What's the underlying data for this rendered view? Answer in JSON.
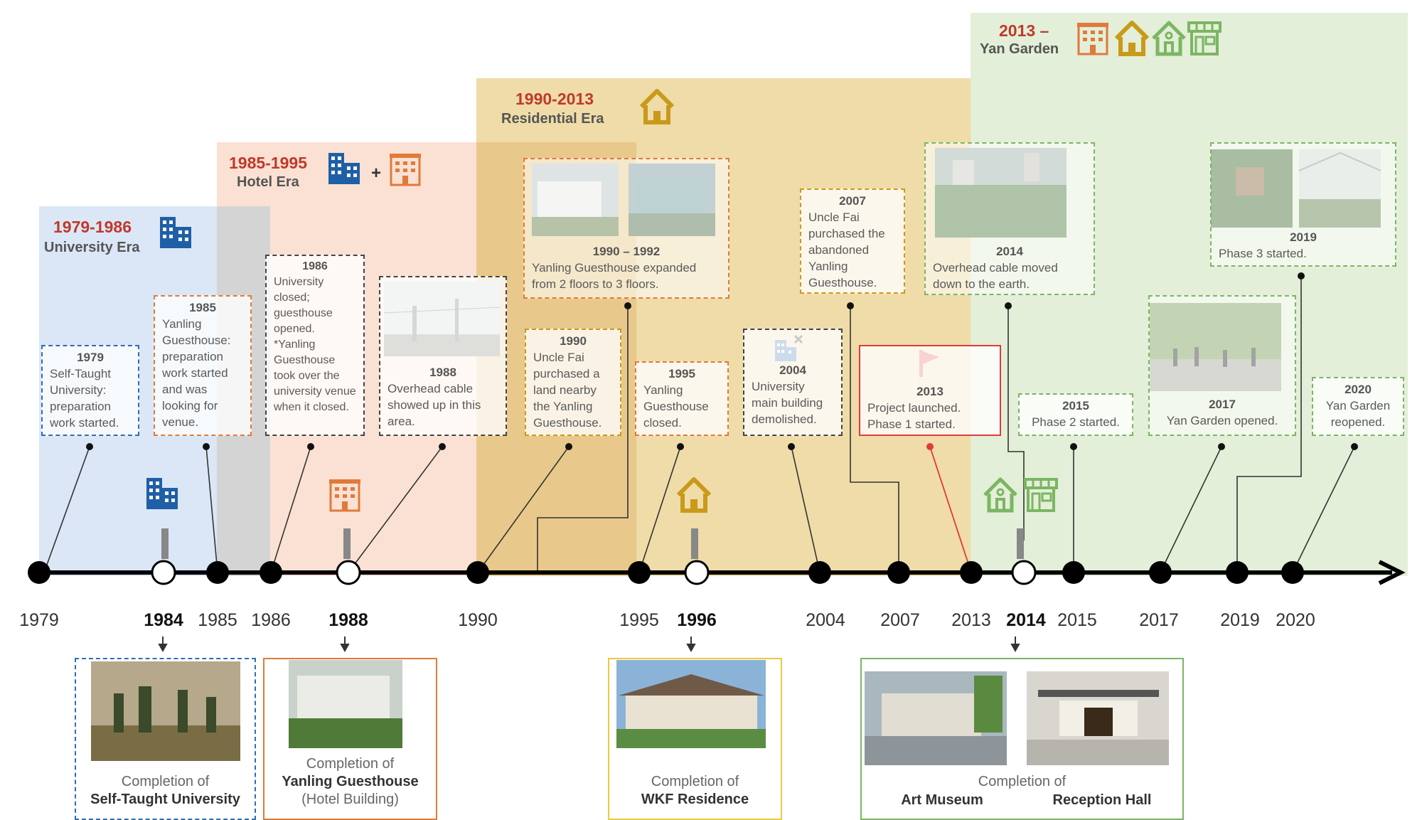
{
  "eras": [
    {
      "title": "1979-1986",
      "subtitle": "University Era",
      "color": "#c0392b"
    },
    {
      "title": "1985-1995",
      "subtitle": "Hotel Era",
      "plus": "+"
    },
    {
      "title": "1990-2013",
      "subtitle": "Residential Era"
    },
    {
      "title": "2013 –",
      "subtitle": "Yan Garden"
    }
  ],
  "events": {
    "e1979": {
      "year": "1979",
      "text": "Self-Taught University: preparation work started."
    },
    "e1985": {
      "year": "1985",
      "text": "Yanling Guesthouse: preparation work started and was looking for venue."
    },
    "e1986": {
      "year": "1986",
      "text": "University closed; guesthouse opened. *Yanling Guesthouse took over the university venue when it closed."
    },
    "e1988": {
      "year": "1988",
      "text": "Overhead cable showed up in this area."
    },
    "e1990a": {
      "year": "1990 – 1992",
      "text": "Yanling Guesthouse expanded from 2 floors to 3 floors."
    },
    "e1990b": {
      "year": "1990",
      "text": "Uncle Fai purchased a land nearby the Yanling Guesthouse."
    },
    "e1995": {
      "year": "1995",
      "text": "Yanling Guesthouse closed."
    },
    "e2004": {
      "year": "2004",
      "text": "University main building demolished."
    },
    "e2007": {
      "year": "2007",
      "text": "Uncle Fai purchased the abandoned Yanling Guesthouse."
    },
    "e2013": {
      "year": "2013",
      "text": "Project launched. Phase 1 started."
    },
    "e2014": {
      "year": "2014",
      "text": "Overhead cable moved down to the earth."
    },
    "e2015": {
      "year": "2015",
      "text": "Phase 2 started."
    },
    "e2017": {
      "year": "2017",
      "text": "Yan Garden opened."
    },
    "e2019": {
      "year": "2019",
      "text": "Phase 3 started."
    },
    "e2020": {
      "year": "2020",
      "text": "Yan Garden reopened."
    }
  },
  "ticks": [
    "1979",
    "1984",
    "1985",
    "1986",
    "1988",
    "1990",
    "1995",
    "1996",
    "2004",
    "2007",
    "2013",
    "2014",
    "2015",
    "2017",
    "2019",
    "2020"
  ],
  "bold_ticks": [
    "1984",
    "1988",
    "1996",
    "2014"
  ],
  "completions": {
    "c1984": {
      "pre": "Completion of",
      "name": "Self-Taught University"
    },
    "c1988": {
      "pre": "Completion of",
      "name": "Yanling Guesthouse",
      "post": "(Hotel Building)"
    },
    "c1996": {
      "pre": "Completion of",
      "name": "WKF Residence"
    },
    "c2014": {
      "pre": "Completion of",
      "name1": "Art Museum",
      "name2": "Reception Hall"
    }
  },
  "icons": [
    "office-building-icon",
    "hotel-icon",
    "house-icon",
    "shop-icon",
    "flag-icon"
  ],
  "colors": {
    "university": "#1f5fa8",
    "hotel": "#e07a3a",
    "residential": "#c99a1a",
    "garden": "#7bb662",
    "accent": "#e03a3a"
  }
}
